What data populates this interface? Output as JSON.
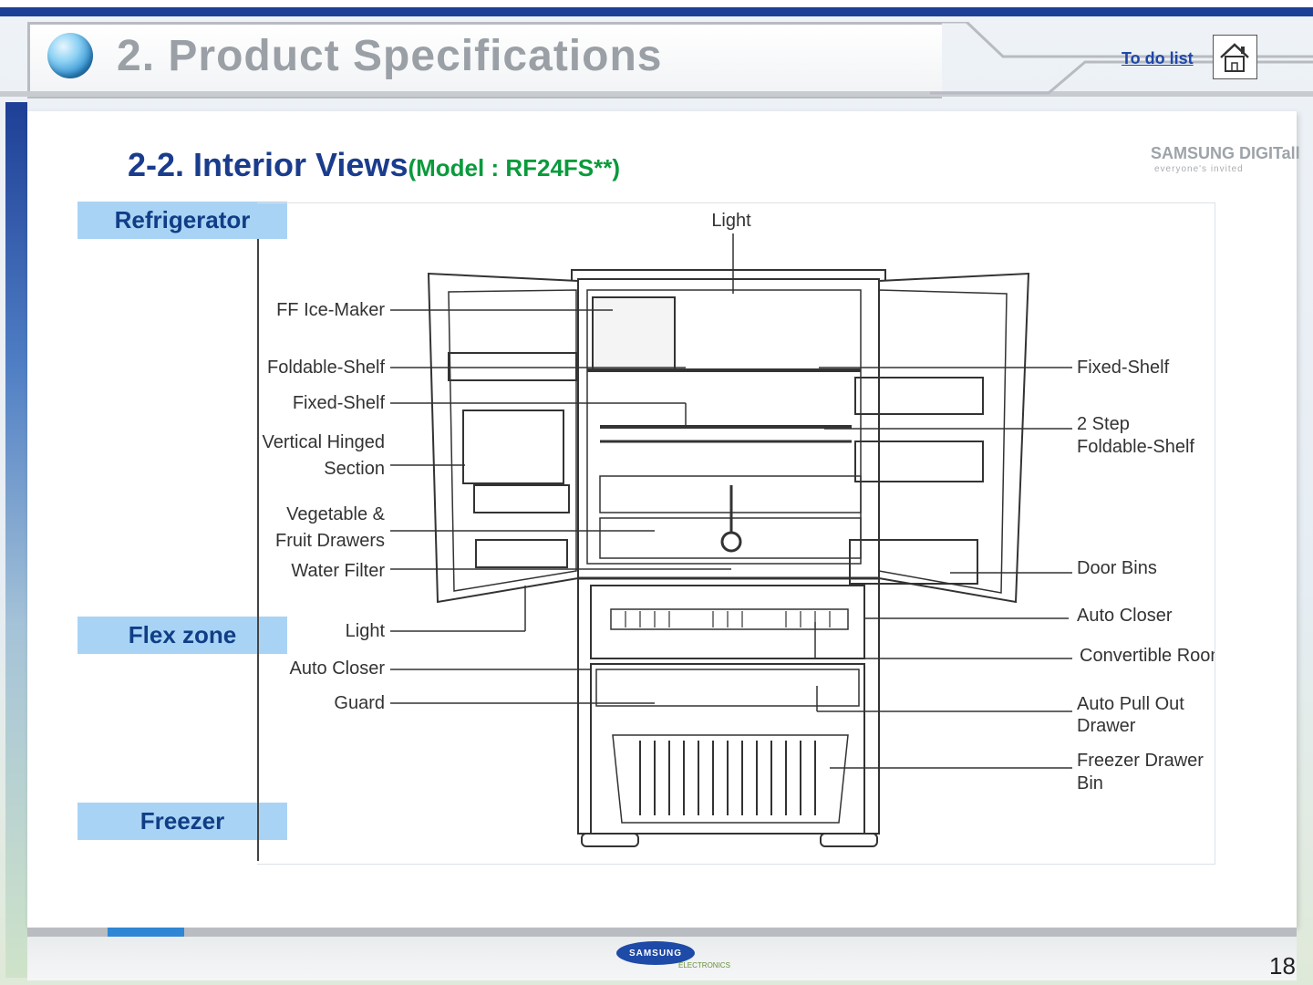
{
  "header": {
    "title": "2. Product Specifications",
    "todo_link": "To do list",
    "home_icon": "home-icon"
  },
  "section": {
    "title": "2-2. Interior Views",
    "model": "(Model : RF24FS**)"
  },
  "brand": {
    "name": "SAMSUNG DIGITall",
    "tagline": "everyone's invited"
  },
  "zones": {
    "refrigerator": "Refrigerator",
    "flex_zone": "Flex zone",
    "freezer": "Freezer"
  },
  "callouts": {
    "light_top": "Light",
    "ff_ice_maker": "FF Ice-Maker",
    "foldable_shelf": "Foldable-Shelf",
    "fixed_shelf_left": "Fixed-Shelf",
    "vertical_hinged_1": "Vertical Hinged",
    "vertical_hinged_2": "Section",
    "veg_fruit_1": "Vegetable &",
    "veg_fruit_2": "Fruit Drawers",
    "water_filter": "Water Filter",
    "light_flex": "Light",
    "auto_closer_left": "Auto Closer",
    "guard": "Guard",
    "fixed_shelf_right": "Fixed-Shelf",
    "two_step_1": "2 Step",
    "two_step_2": "Foldable-Shelf",
    "door_bins": "Door Bins",
    "auto_closer_right": "Auto Closer",
    "convertible_room": "Convertible Room",
    "auto_pull_1": "Auto Pull Out",
    "auto_pull_2": "Drawer",
    "freezer_bin_1": "Freezer Drawer",
    "freezer_bin_2": "Bin"
  },
  "footer": {
    "logo": "SAMSUNG",
    "logo_sub": "ELECTRONICS",
    "page_number": "18"
  },
  "colors": {
    "header_blue": "#1e3f96",
    "zone_label_bg": "#a9d3f5",
    "zone_label_text": "#103e86",
    "section_title": "#1a3c8c",
    "model_green": "#0a9a3c"
  }
}
